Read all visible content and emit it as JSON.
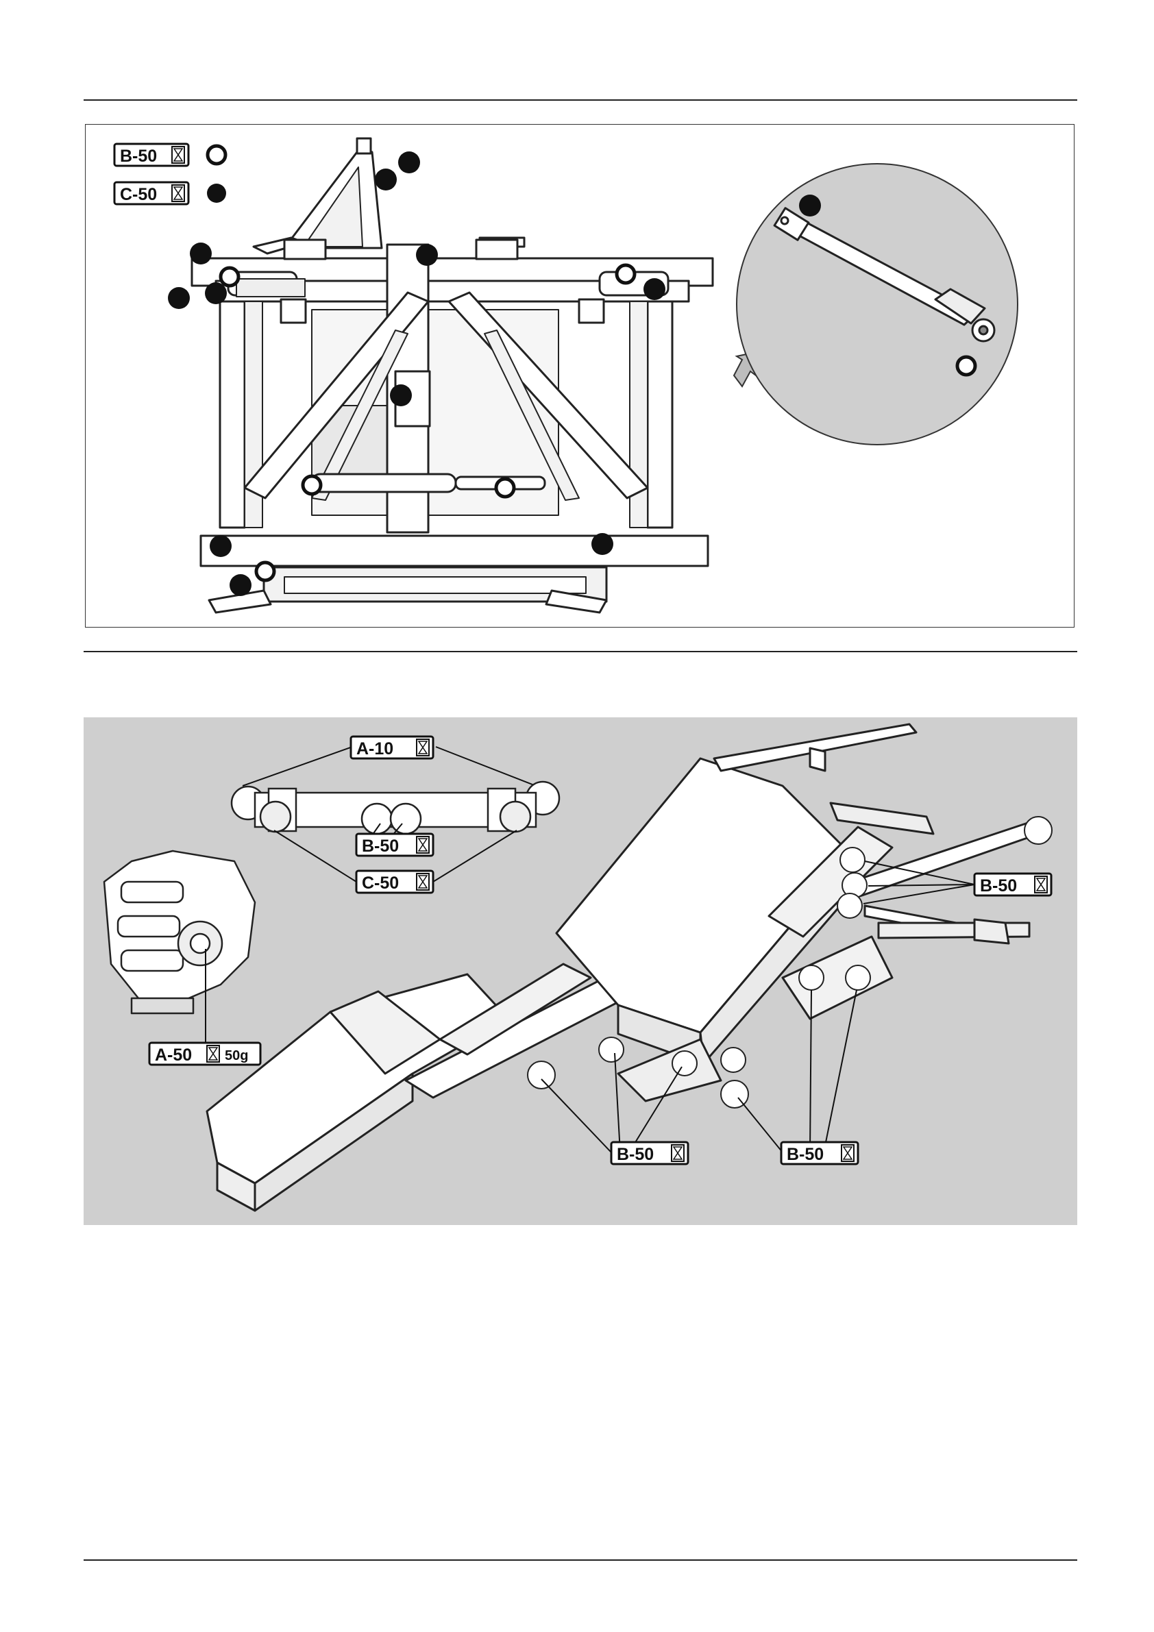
{
  "figure_top": {
    "legend": [
      {
        "code": "B-50",
        "marker": "open-circle-icon"
      },
      {
        "code": "C-50",
        "marker": "filled-circle-icon"
      }
    ]
  },
  "figure_bottom": {
    "labels": {
      "a10": "A-10",
      "b50_inset": "B-50",
      "c50_inset": "C-50",
      "a50": "A-50",
      "a50_qty": "50g",
      "b50_right": "B-50",
      "b50_bottom_left": "B-50",
      "b50_bottom_right": "B-50"
    }
  },
  "icons": {
    "interval": "hourglass-icon",
    "grease_open": "open-circle-icon",
    "grease_filled": "filled-circle-icon",
    "pointer": "arrow-icon"
  }
}
